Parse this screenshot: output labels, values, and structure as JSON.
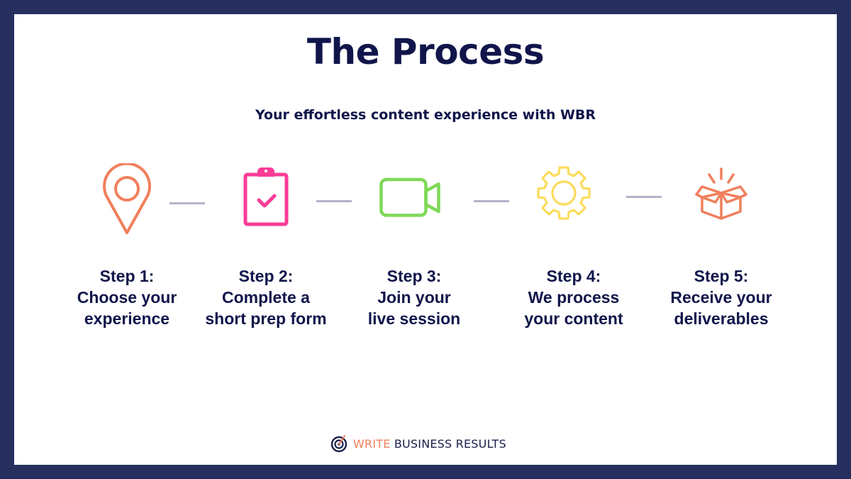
{
  "header": {
    "title": "The Process",
    "subtitle": "Your effortless content experience with WBR"
  },
  "colors": {
    "frame": "#262f5e",
    "text": "#10154a",
    "connector": "#b4b1c8",
    "step1_icon": "#f0805c",
    "step2_icon": "#fa3c96",
    "step3_icon": "#7ed957",
    "step4_icon": "#fcdc5c",
    "step5_icon": "#f0805c"
  },
  "steps": [
    {
      "icon": "map-pin-icon",
      "label": "Step 1:",
      "line1": "Choose your",
      "line2": "experience"
    },
    {
      "icon": "clipboard-check-icon",
      "label": "Step 2:",
      "line1": "Complete a",
      "line2": "short prep form"
    },
    {
      "icon": "video-camera-icon",
      "label": "Step 3:",
      "line1": "Join your",
      "line2": "live session"
    },
    {
      "icon": "gear-icon",
      "label": "Step 4:",
      "line1": "We process",
      "line2": "your content"
    },
    {
      "icon": "open-box-icon",
      "label": "Step 5:",
      "line1": "Receive your",
      "line2": "deliverables"
    }
  ],
  "footer": {
    "logo_icon": "target-icon",
    "logo_word_1": "WRITE",
    "logo_word_2": "BUSINESS RESULTS"
  }
}
